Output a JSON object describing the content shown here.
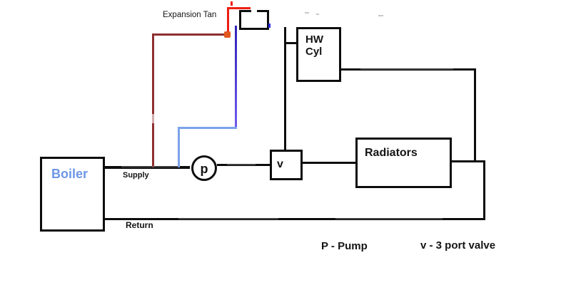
{
  "diagram": {
    "expansion_tank_label": "Expansion Tan",
    "hw_cyl": {
      "line1": "HW",
      "line2": "Cyl"
    },
    "boiler_label": "Boiler",
    "supply_label": "Supply",
    "return_label": "Return",
    "pump_symbol": "p",
    "valve_symbol": "v",
    "radiators_label": "Radiators",
    "legend": {
      "pump": "P - Pump",
      "valve": "v - 3 port valve"
    },
    "colors": {
      "boiler_text": "#6d96e8",
      "vent_pipe_maroon": "#8e2f2f",
      "vent_pipe_red": "#ee1e14",
      "vent_junction_orange": "#e2571f",
      "feed_pipe_purple": "#4b39d8",
      "feed_pipe_blue": "#7ba3ea",
      "pipe_black": "#0d0d0d"
    }
  }
}
